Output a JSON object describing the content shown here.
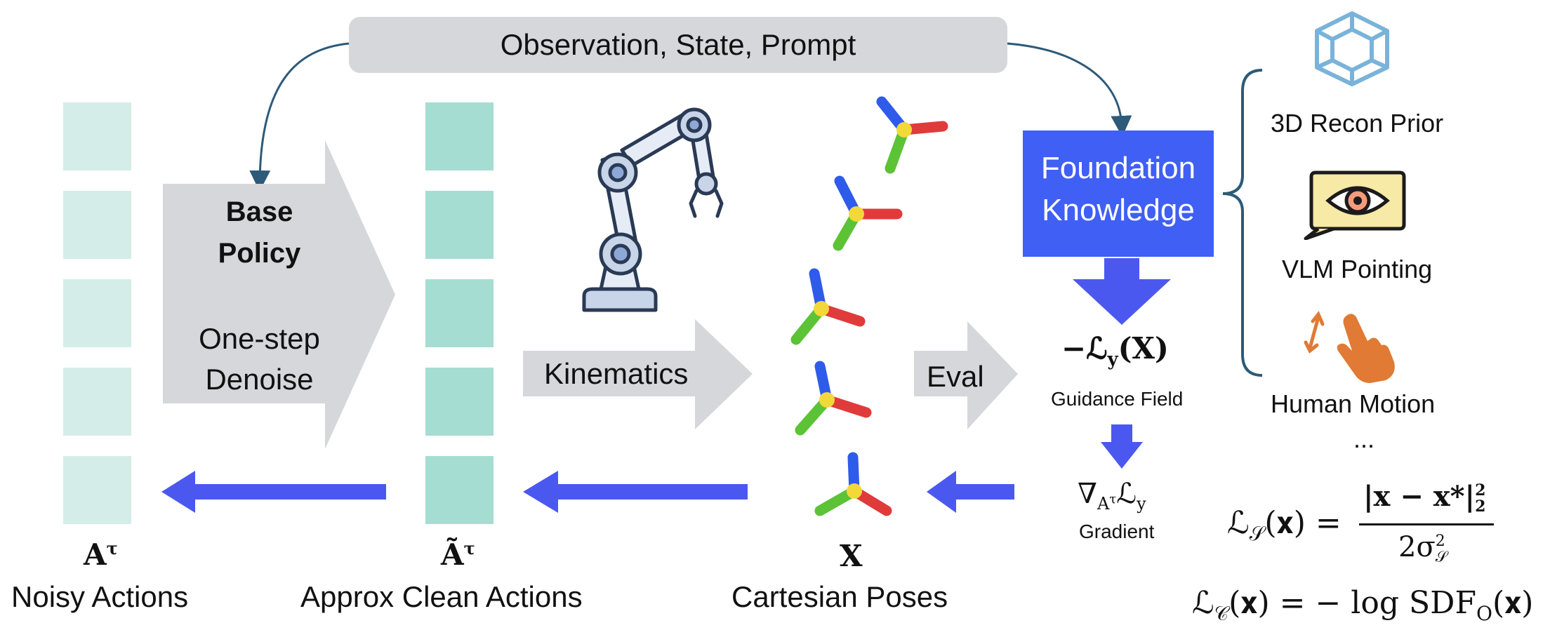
{
  "prompt_bar": {
    "label": "Observation, State, Prompt"
  },
  "base_policy": {
    "title_line1": "Base",
    "title_line2": "Policy",
    "sub_line1": "One-step",
    "sub_line2": "Denoise"
  },
  "kinematics": {
    "label": "Kinematics"
  },
  "eval": {
    "label": "Eval"
  },
  "foundation": {
    "line1": "Foundation",
    "line2": "Knowledge"
  },
  "guidance": {
    "loss": "−ℒ",
    "loss_sub": "y",
    "loss_arg": "(X)",
    "caption": "Guidance Field"
  },
  "gradient": {
    "nabla": "∇",
    "nabla_sub": "A",
    "nabla_sup": "τ",
    "loss": "ℒ",
    "loss_sub": "y",
    "caption": "Gradient"
  },
  "priors": {
    "items": [
      {
        "label": "3D Recon Prior",
        "icon": "cube-icon"
      },
      {
        "label": "VLM Pointing",
        "icon": "eye-screen-icon"
      },
      {
        "label": "Human Motion",
        "icon": "hand-swipe-icon"
      }
    ],
    "more": "..."
  },
  "columns": {
    "noisy": {
      "symbol": "A",
      "sup": "τ",
      "label": "Noisy Actions"
    },
    "clean": {
      "symbol": "Ã",
      "sup": "τ",
      "label": "Approx Clean Actions"
    },
    "poses": {
      "symbol": "X",
      "label": "Cartesian Poses"
    }
  },
  "equations": {
    "ls": {
      "lhs": "ℒ",
      "lhs_sub": "𝒮",
      "arg": "(𝐱) =",
      "num": "|𝐱 − 𝐱*|",
      "num_sup": "2",
      "num_sub": "2",
      "den": "2σ",
      "den_sup": "2",
      "den_sub": "𝒮"
    },
    "lc": {
      "lhs": "ℒ",
      "lhs_sub": "𝒞",
      "rhs": "(𝐱) = − log SDF",
      "rhs_sub": "O",
      "rhs_end": "(𝐱)"
    }
  },
  "colors": {
    "action_block_noisy": "#d5ede9",
    "action_block_clean": "#a6ddd2",
    "big_arrow": "#d5d7db",
    "blue": "#4b58f0",
    "foundation_box": "#3f5ff5",
    "prompt_bar": "#d5d7db",
    "curve": "#2d5a78"
  }
}
